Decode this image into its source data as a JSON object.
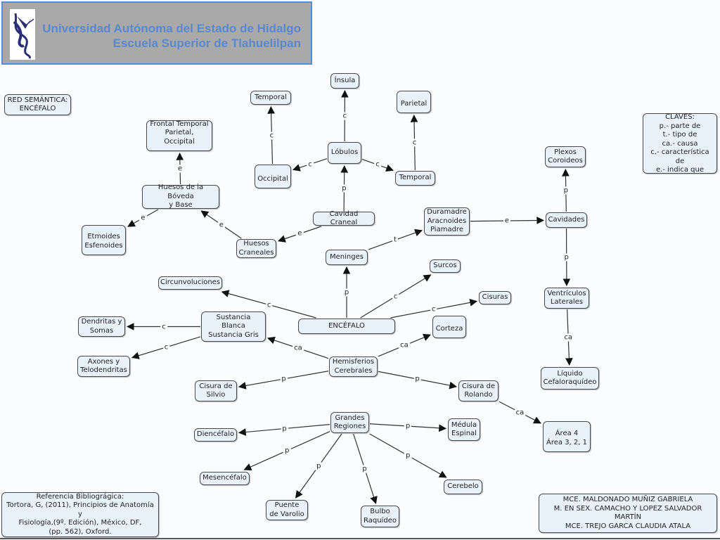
{
  "header": {
    "logo_icon": "uaeh-bird-logo-icon",
    "title_line1": "Universidad Autónoma del Estado de Hidalgo",
    "title_line2": "Escuela Superior de Tlahuelilpan",
    "background_color": "#a9a9a9",
    "accent_color": "#5a88cf"
  },
  "diagram": {
    "title": "RED SEMÁNTICA:\nENCÉFALO",
    "legend": {
      "title": "CLAVES:",
      "items": [
        "p.- parte de",
        "t.- tipo de",
        "ca.- causa",
        "c.- característica de",
        "e.- indica que"
      ]
    },
    "reference": "Referencia Bibliográgica:\nTortora, G, (2011), Principios de Anatomía y\nFisiología,(9º. Edición), México, DF,\n(pp. 562), Oxford.",
    "authors": "MCE. MALDONADO MUÑIZ GABRIELA\nM. EN SEX. CAMACHO Y LOPEZ SALVADOR MARTÍN\nMCE. TREJO GARCA CLAUDIA ATALA",
    "node_fill": "#e9f2fb",
    "nodes": {
      "encefalo": "ENCÉFALO",
      "meninges": "Meninges",
      "duramadre": "Duramadre\nAracnoides\nPiamadre",
      "cavidades": "Cavidades",
      "plexos": "Plexos\nCoroideos",
      "ventriculos": "Ventrículos\nLaterales",
      "liquido": "Líquido\nCefaloraquídeo",
      "cavidad_craneal": "Cavidad Craneal",
      "lobulos": "Lóbulos",
      "insula": "Ínsula",
      "temporal_top": "Temporal",
      "occipital": "Occipital",
      "temporal_right": "Temporal",
      "parietal": "Parietal",
      "huesos_craneales": "Huesos\nCraneales",
      "huesos_boveda": "Huesos de la Bóveda\ny Base",
      "frontal": "Frontal Temporal\nParietal, Occipital",
      "etmoides": "Etmoides\nEsfenoides",
      "circunvoluciones": "Circunvoluciones",
      "surcos": "Surcos",
      "cisuras": "Cisuras",
      "sustancia": "Sustancia Blanca\nSustancia Gris",
      "dendritas": "Dendritas y\nSomas",
      "axones": "Axones y\nTelodendritas",
      "hemisferios": "Hemisferios\nCerebrales",
      "corteza": "Corteza",
      "cisura_silvio": "Cisura de\nSilvio",
      "cisura_rolando": "Cisura de\nRolando",
      "area": "Área 4\nÁrea 3, 2, 1",
      "grandes_regiones": "Grandes\nRegiones",
      "diencefalo": "Diencéfalo",
      "medula": "Médula\nEspinal",
      "mesencefalo": "Mesencéfalo",
      "cerebelo": "Cerebelo",
      "puente": "Puente\nde Varolio",
      "bulbo": "Bulbo\nRaquídeo"
    },
    "links": [
      {
        "from": "encefalo",
        "to": "meninges",
        "label": "p"
      },
      {
        "from": "meninges",
        "to": "duramadre",
        "label": "t"
      },
      {
        "from": "duramadre",
        "to": "cavidades",
        "label": "e"
      },
      {
        "from": "cavidades",
        "to": "plexos",
        "label": "p"
      },
      {
        "from": "cavidades",
        "to": "ventriculos",
        "label": "p"
      },
      {
        "from": "ventriculos",
        "to": "liquido",
        "label": "ca"
      },
      {
        "from": "cavidad_craneal",
        "to": "lobulos",
        "label": "p"
      },
      {
        "from": "lobulos",
        "to": "insula",
        "label": "c"
      },
      {
        "from": "lobulos",
        "to": "occipital",
        "label": "c"
      },
      {
        "from": "occipital",
        "to": "temporal_top",
        "label": "c"
      },
      {
        "from": "lobulos",
        "to": "temporal_right",
        "label": "c"
      },
      {
        "from": "temporal_right",
        "to": "parietal",
        "label": "c"
      },
      {
        "from": "cavidad_craneal",
        "to": "huesos_craneales",
        "label": "e"
      },
      {
        "from": "huesos_craneales",
        "to": "huesos_boveda",
        "label": "e"
      },
      {
        "from": "huesos_boveda",
        "to": "frontal",
        "label": "e"
      },
      {
        "from": "huesos_boveda",
        "to": "etmoides",
        "label": "e"
      },
      {
        "from": "encefalo",
        "to": "circunvoluciones",
        "label": "c"
      },
      {
        "from": "encefalo",
        "to": "surcos",
        "label": "c"
      },
      {
        "from": "encefalo",
        "to": "cisuras",
        "label": "c"
      },
      {
        "from": "sustancia",
        "to": "dendritas",
        "label": "c"
      },
      {
        "from": "sustancia",
        "to": "axones",
        "label": "c"
      },
      {
        "from": "hemisferios",
        "to": "sustancia",
        "label": "ca"
      },
      {
        "from": "hemisferios",
        "to": "corteza",
        "label": "ca"
      },
      {
        "from": "hemisferios",
        "to": "cisura_silvio",
        "label": "p"
      },
      {
        "from": "hemisferios",
        "to": "cisura_rolando",
        "label": "p"
      },
      {
        "from": "cisura_rolando",
        "to": "area",
        "label": "ca"
      },
      {
        "from": "grandes_regiones",
        "to": "diencefalo",
        "label": "p"
      },
      {
        "from": "grandes_regiones",
        "to": "medula",
        "label": "p"
      },
      {
        "from": "grandes_regiones",
        "to": "mesencefalo",
        "label": "p"
      },
      {
        "from": "grandes_regiones",
        "to": "puente",
        "label": "p"
      },
      {
        "from": "grandes_regiones",
        "to": "bulbo",
        "label": "p"
      },
      {
        "from": "grandes_regiones",
        "to": "cerebelo",
        "label": "p"
      }
    ]
  }
}
